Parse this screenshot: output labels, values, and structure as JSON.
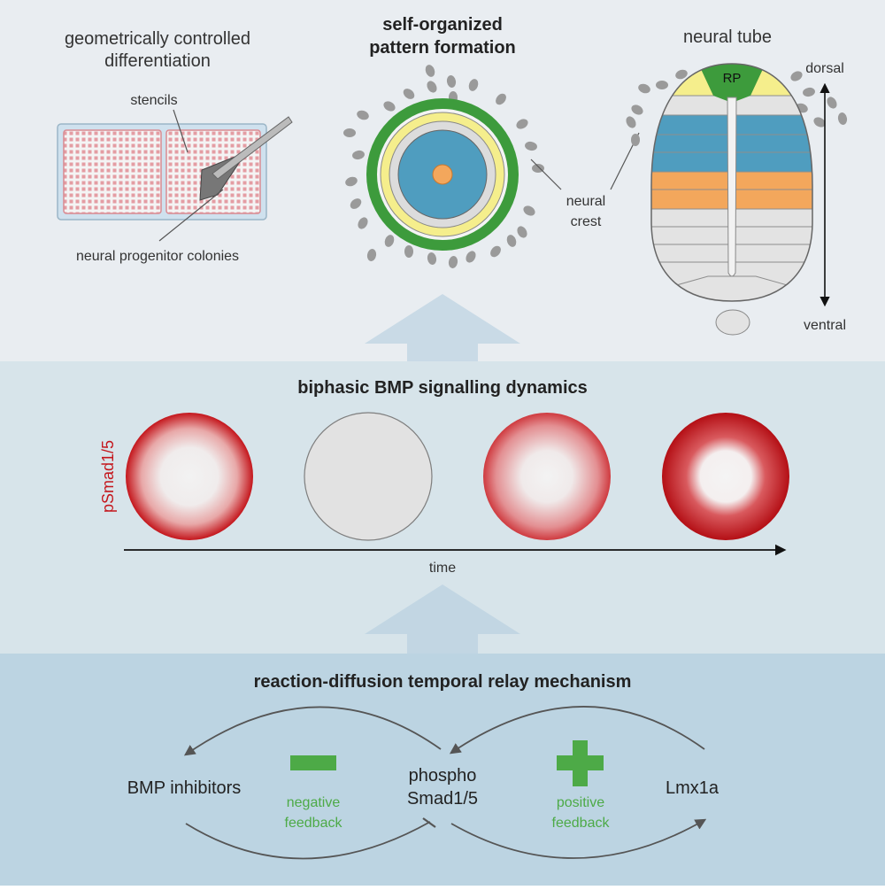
{
  "top_panel": {
    "stencil_section": {
      "title_line1": "geometrically controlled",
      "title_line2": "differentiation",
      "stencils_label": "stencils",
      "colonies_label": "neural progenitor colonies"
    },
    "pattern_section": {
      "title_line1": "self-organized",
      "title_line2": "pattern formation",
      "neural_crest_line1": "neural",
      "neural_crest_line2": "crest"
    },
    "tube_section": {
      "title": "neural tube",
      "roof_plate_label": "RP",
      "dorsal_label": "dorsal",
      "ventral_label": "ventral"
    }
  },
  "middle_panel": {
    "title": "biphasic BMP signalling dynamics",
    "y_axis_label": "pSmad1/5",
    "x_axis_label": "time"
  },
  "bottom_panel": {
    "title": "reaction-diffusion temporal relay mechanism",
    "left_node": "BMP inhibitors",
    "center_node_line1": "phospho",
    "center_node_line2": "Smad1/5",
    "right_node": "Lmx1a",
    "negative_line1": "negative",
    "negative_line2": "feedback",
    "positive_line1": "positive",
    "positive_line2": "feedback"
  },
  "colors": {
    "top_bg": "#e9edf1",
    "middle_bg": "#d7e4ea",
    "bottom_bg": "#bcd4e2",
    "big_arrow": "#c9dae6",
    "signal_red": "#c4161c",
    "feedback_green": "#4daa47",
    "ring_green": "#3d9b3c",
    "ring_yellow": "#f5ee8c",
    "core_blue": "#4f9dbf",
    "center_orange": "#f3a75c",
    "stencil_pink": "#e9a7ac",
    "well_blue": "#cfe1ee"
  }
}
